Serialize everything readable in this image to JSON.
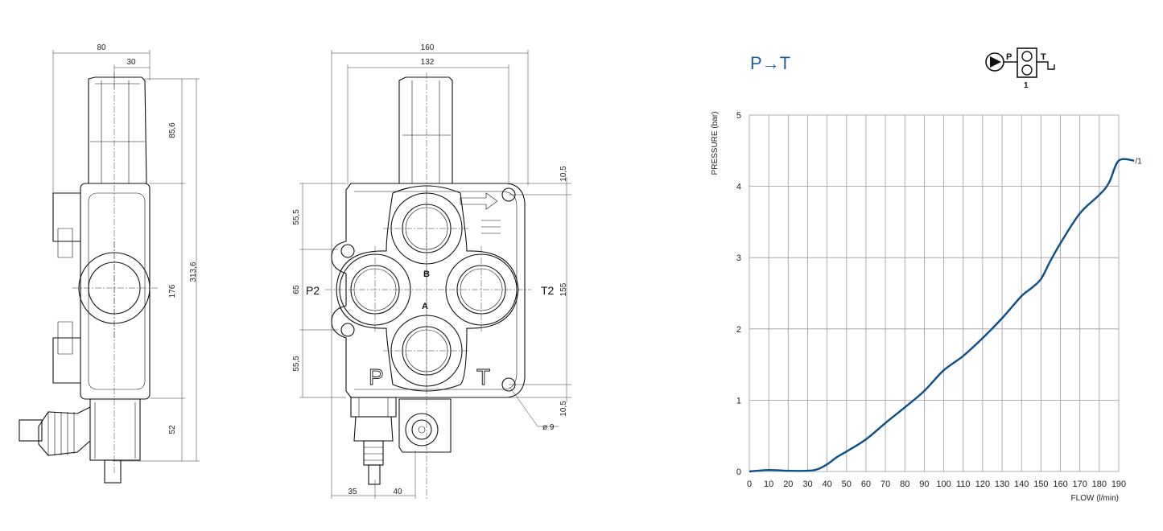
{
  "side_view": {
    "dims": {
      "width_80": "80",
      "width_30": "30",
      "h_85_6": "85,6",
      "h_313_6": "313,6",
      "h_176": "176",
      "h_52": "52"
    }
  },
  "front_view": {
    "dims": {
      "w_160": "160",
      "w_132": "132",
      "v_10_5_top": "10,5",
      "v_55_5_top": "55,5",
      "v_65": "65",
      "v_55_5_bottom": "55,5",
      "v_155": "155",
      "v_10_5_bottom": "10,5",
      "hole_dia": "ø 9",
      "b_35": "35",
      "b_40": "40"
    },
    "ports": {
      "p2": "P2",
      "t2": "T2",
      "b": "B",
      "a": "A",
      "p": "P",
      "t": "T"
    }
  },
  "symbol": {
    "p_label": "P",
    "t_label": "T",
    "position_label": "1"
  },
  "chart_data": {
    "type": "line",
    "title": "P→T",
    "xlabel": "FLOW (l/min)",
    "ylabel": "PRESSURE (bar)",
    "xlim": [
      0,
      190
    ],
    "ylim": [
      0,
      5
    ],
    "x_ticks": [
      "0",
      "10",
      "20",
      "30",
      "40",
      "50",
      "60",
      "70",
      "80",
      "90",
      "100",
      "110",
      "120",
      "130",
      "140",
      "150",
      "160",
      "170",
      "180",
      "190"
    ],
    "y_ticks": [
      "0",
      "1",
      "2",
      "3",
      "4",
      "5"
    ],
    "grid": true,
    "series": [
      {
        "name": "1",
        "color": "#0b4f8a",
        "x": [
          0,
          10,
          20,
          30,
          35,
          40,
          45,
          50,
          60,
          70,
          80,
          90,
          100,
          110,
          120,
          130,
          140,
          145,
          150,
          155,
          160,
          170,
          180,
          185,
          190,
          198
        ],
        "y": [
          0,
          0.02,
          0.01,
          0.01,
          0.03,
          0.1,
          0.2,
          0.28,
          0.45,
          0.68,
          0.9,
          1.13,
          1.42,
          1.62,
          1.87,
          2.15,
          2.46,
          2.57,
          2.7,
          2.96,
          3.2,
          3.62,
          3.88,
          4.05,
          4.36,
          4.36
        ]
      }
    ]
  }
}
